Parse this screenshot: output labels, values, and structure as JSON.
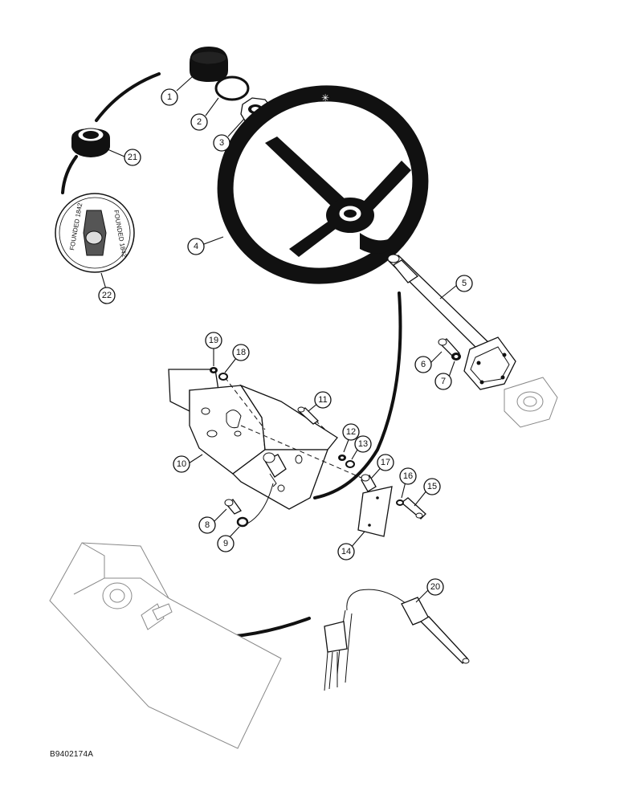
{
  "callouts": [
    {
      "id": "1",
      "label": "1"
    },
    {
      "id": "2",
      "label": "2"
    },
    {
      "id": "3",
      "label": "3"
    },
    {
      "id": "4",
      "label": "4"
    },
    {
      "id": "5",
      "label": "5"
    },
    {
      "id": "6",
      "label": "6"
    },
    {
      "id": "7",
      "label": "7"
    },
    {
      "id": "8",
      "label": "8"
    },
    {
      "id": "9",
      "label": "9"
    },
    {
      "id": "10",
      "label": "10"
    },
    {
      "id": "11",
      "label": "11"
    },
    {
      "id": "12",
      "label": "12"
    },
    {
      "id": "13",
      "label": "13"
    },
    {
      "id": "14",
      "label": "14"
    },
    {
      "id": "15",
      "label": "15"
    },
    {
      "id": "16",
      "label": "16"
    },
    {
      "id": "17",
      "label": "17"
    },
    {
      "id": "18",
      "label": "18"
    },
    {
      "id": "19",
      "label": "19"
    },
    {
      "id": "20",
      "label": "20"
    },
    {
      "id": "21",
      "label": "21"
    },
    {
      "id": "22",
      "label": "22"
    }
  ],
  "medallion": {
    "left_text": "FOUNDED 1842",
    "right_text": "FOUNDED 1842"
  },
  "drawing_id": "B9402174A"
}
